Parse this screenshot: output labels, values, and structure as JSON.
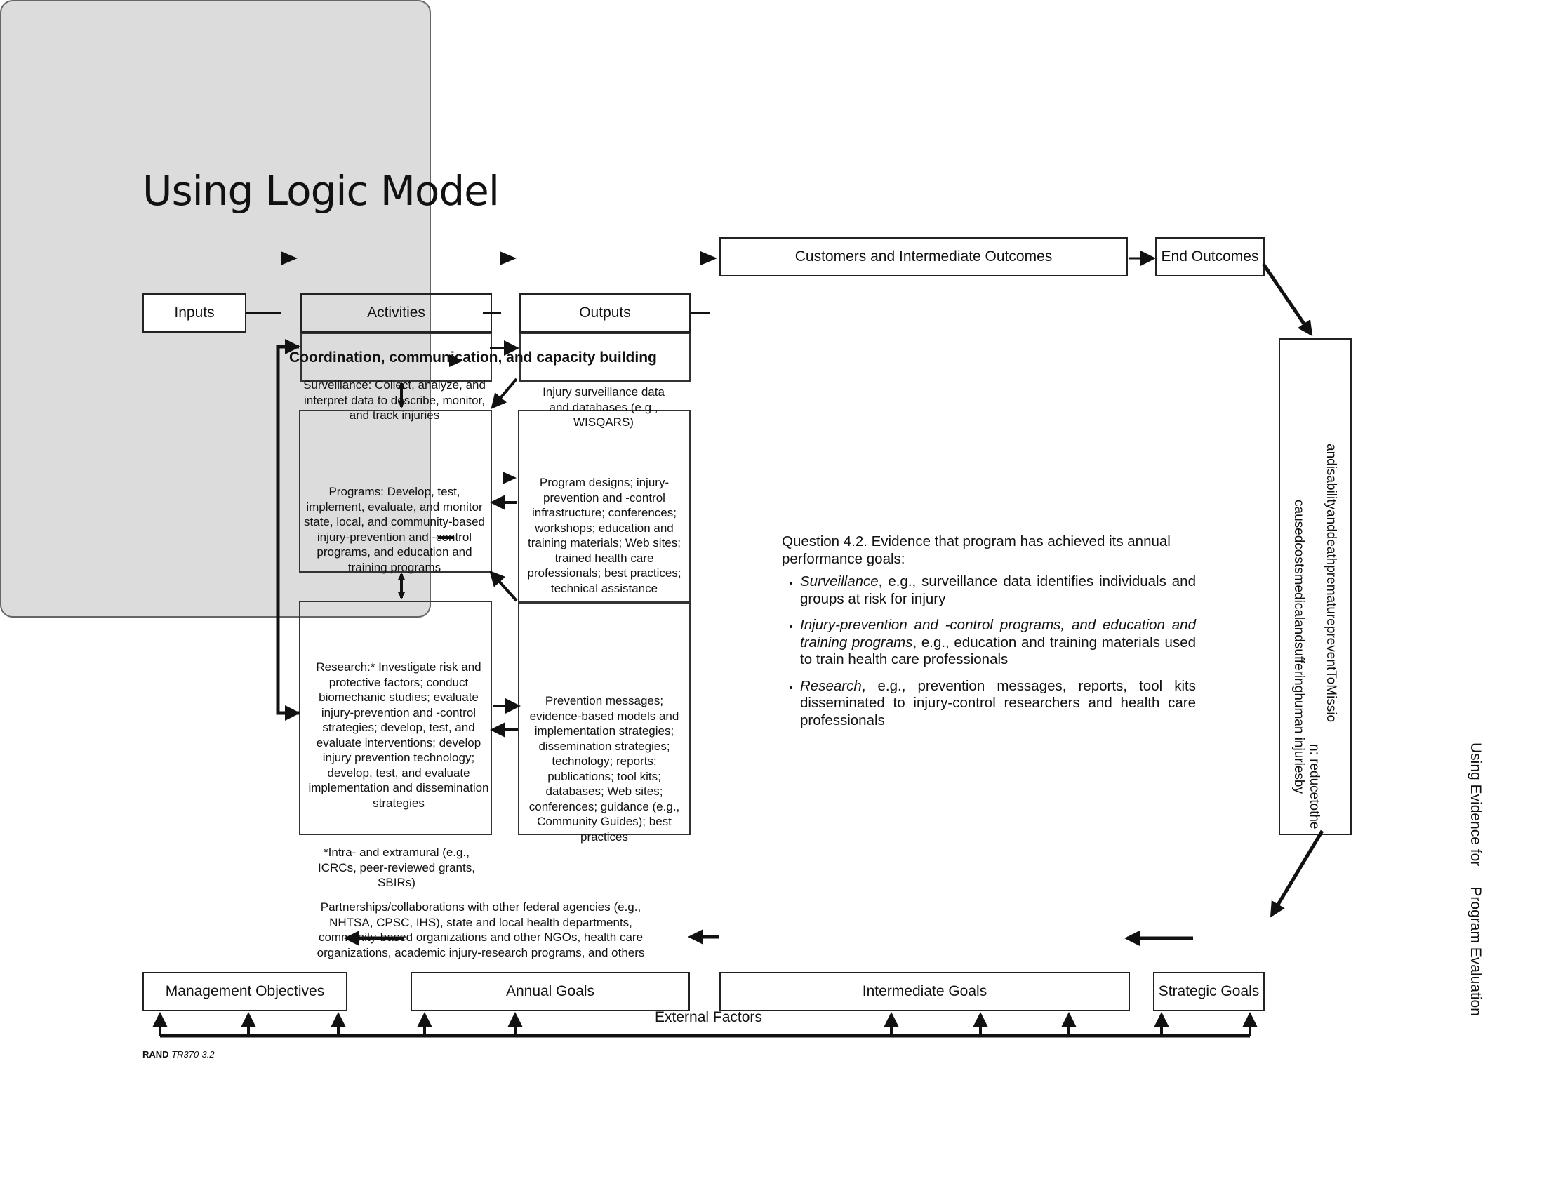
{
  "title": "Using Logic Model",
  "side_title": "Using Evidence for     Program Evaluation",
  "footer": {
    "org": "RAND",
    "code": "TR370-3.2"
  },
  "boxes": {
    "inputs": "Inputs",
    "activities": "Activities",
    "outputs": "Outputs",
    "customers": "Customers and Intermediate Outcomes",
    "end_outcomes": "End Outcomes",
    "management_objectives": "Management Objectives",
    "annual_goals": "Annual Goals",
    "intermediate_goals": "Intermediate Goals",
    "strategic_goals": "Strategic Goals"
  },
  "external_factors": "External Factors",
  "coordination": "Coordination, communication, and capacity building",
  "activities_items": {
    "surveillance": "Surveillance: Collect, analyze, and interpret data to describe, monitor, and track injuries",
    "programs": "Programs: Develop, test, implement, evaluate, and monitor state, local, and community-based injury-prevention and -control programs, and education and training programs",
    "research": "Research:* Investigate risk and protective factors; conduct biomechanic studies; evaluate injury-prevention and -control strategies; develop, test, and evaluate interventions; develop injury prevention technology; develop, test, and evaluate implementation and dissemination strategies",
    "footnote": "*Intra- and extramural (e.g., ICRCs, peer-reviewed grants, SBIRs)"
  },
  "outputs_items": {
    "surveillance": "Injury surveillance data and databases (e.g., WISQARS)",
    "programs": "Program designs; injury-prevention and -control infrastructure; conferences; workshops; education and training materials; Web sites; trained health care professionals; best practices; technical assistance",
    "research": "Prevention messages; evidence-based models and implementation strategies; dissemination strategies; technology; reports; publications; tool kits; databases; Web sites; conferences; guidance (e.g., Community Guides); best practices"
  },
  "partnerships": "Partnerships/collaborations with other federal agencies (e.g., NHTSA, CPSC, IHS), state and local health departments, community-based organizations and other NGOs, health care organizations, academic injury-research programs, and others",
  "mission": {
    "col1": "andisabilityanddeathprematurepreventToMissio",
    "col2": "n:   reducetothe",
    "col3": "causedcostsmedicalandsufferinghuman  injuriesby"
  },
  "question": {
    "intro": "Question 4.2. Evidence that program has achieved its annual performance goals:",
    "items": [
      {
        "lead": "Surveillance",
        "rest": ", e.g., surveillance data identifies individuals and groups at risk for injury"
      },
      {
        "lead": "Injury-prevention and -control programs, and education and training programs",
        "rest": ", e.g., education and training materials used to train health care professionals"
      },
      {
        "lead": "Research",
        "rest": ", e.g., prevention messages, reports, tool kits disseminated to injury-control researchers and health care professionals"
      }
    ]
  }
}
